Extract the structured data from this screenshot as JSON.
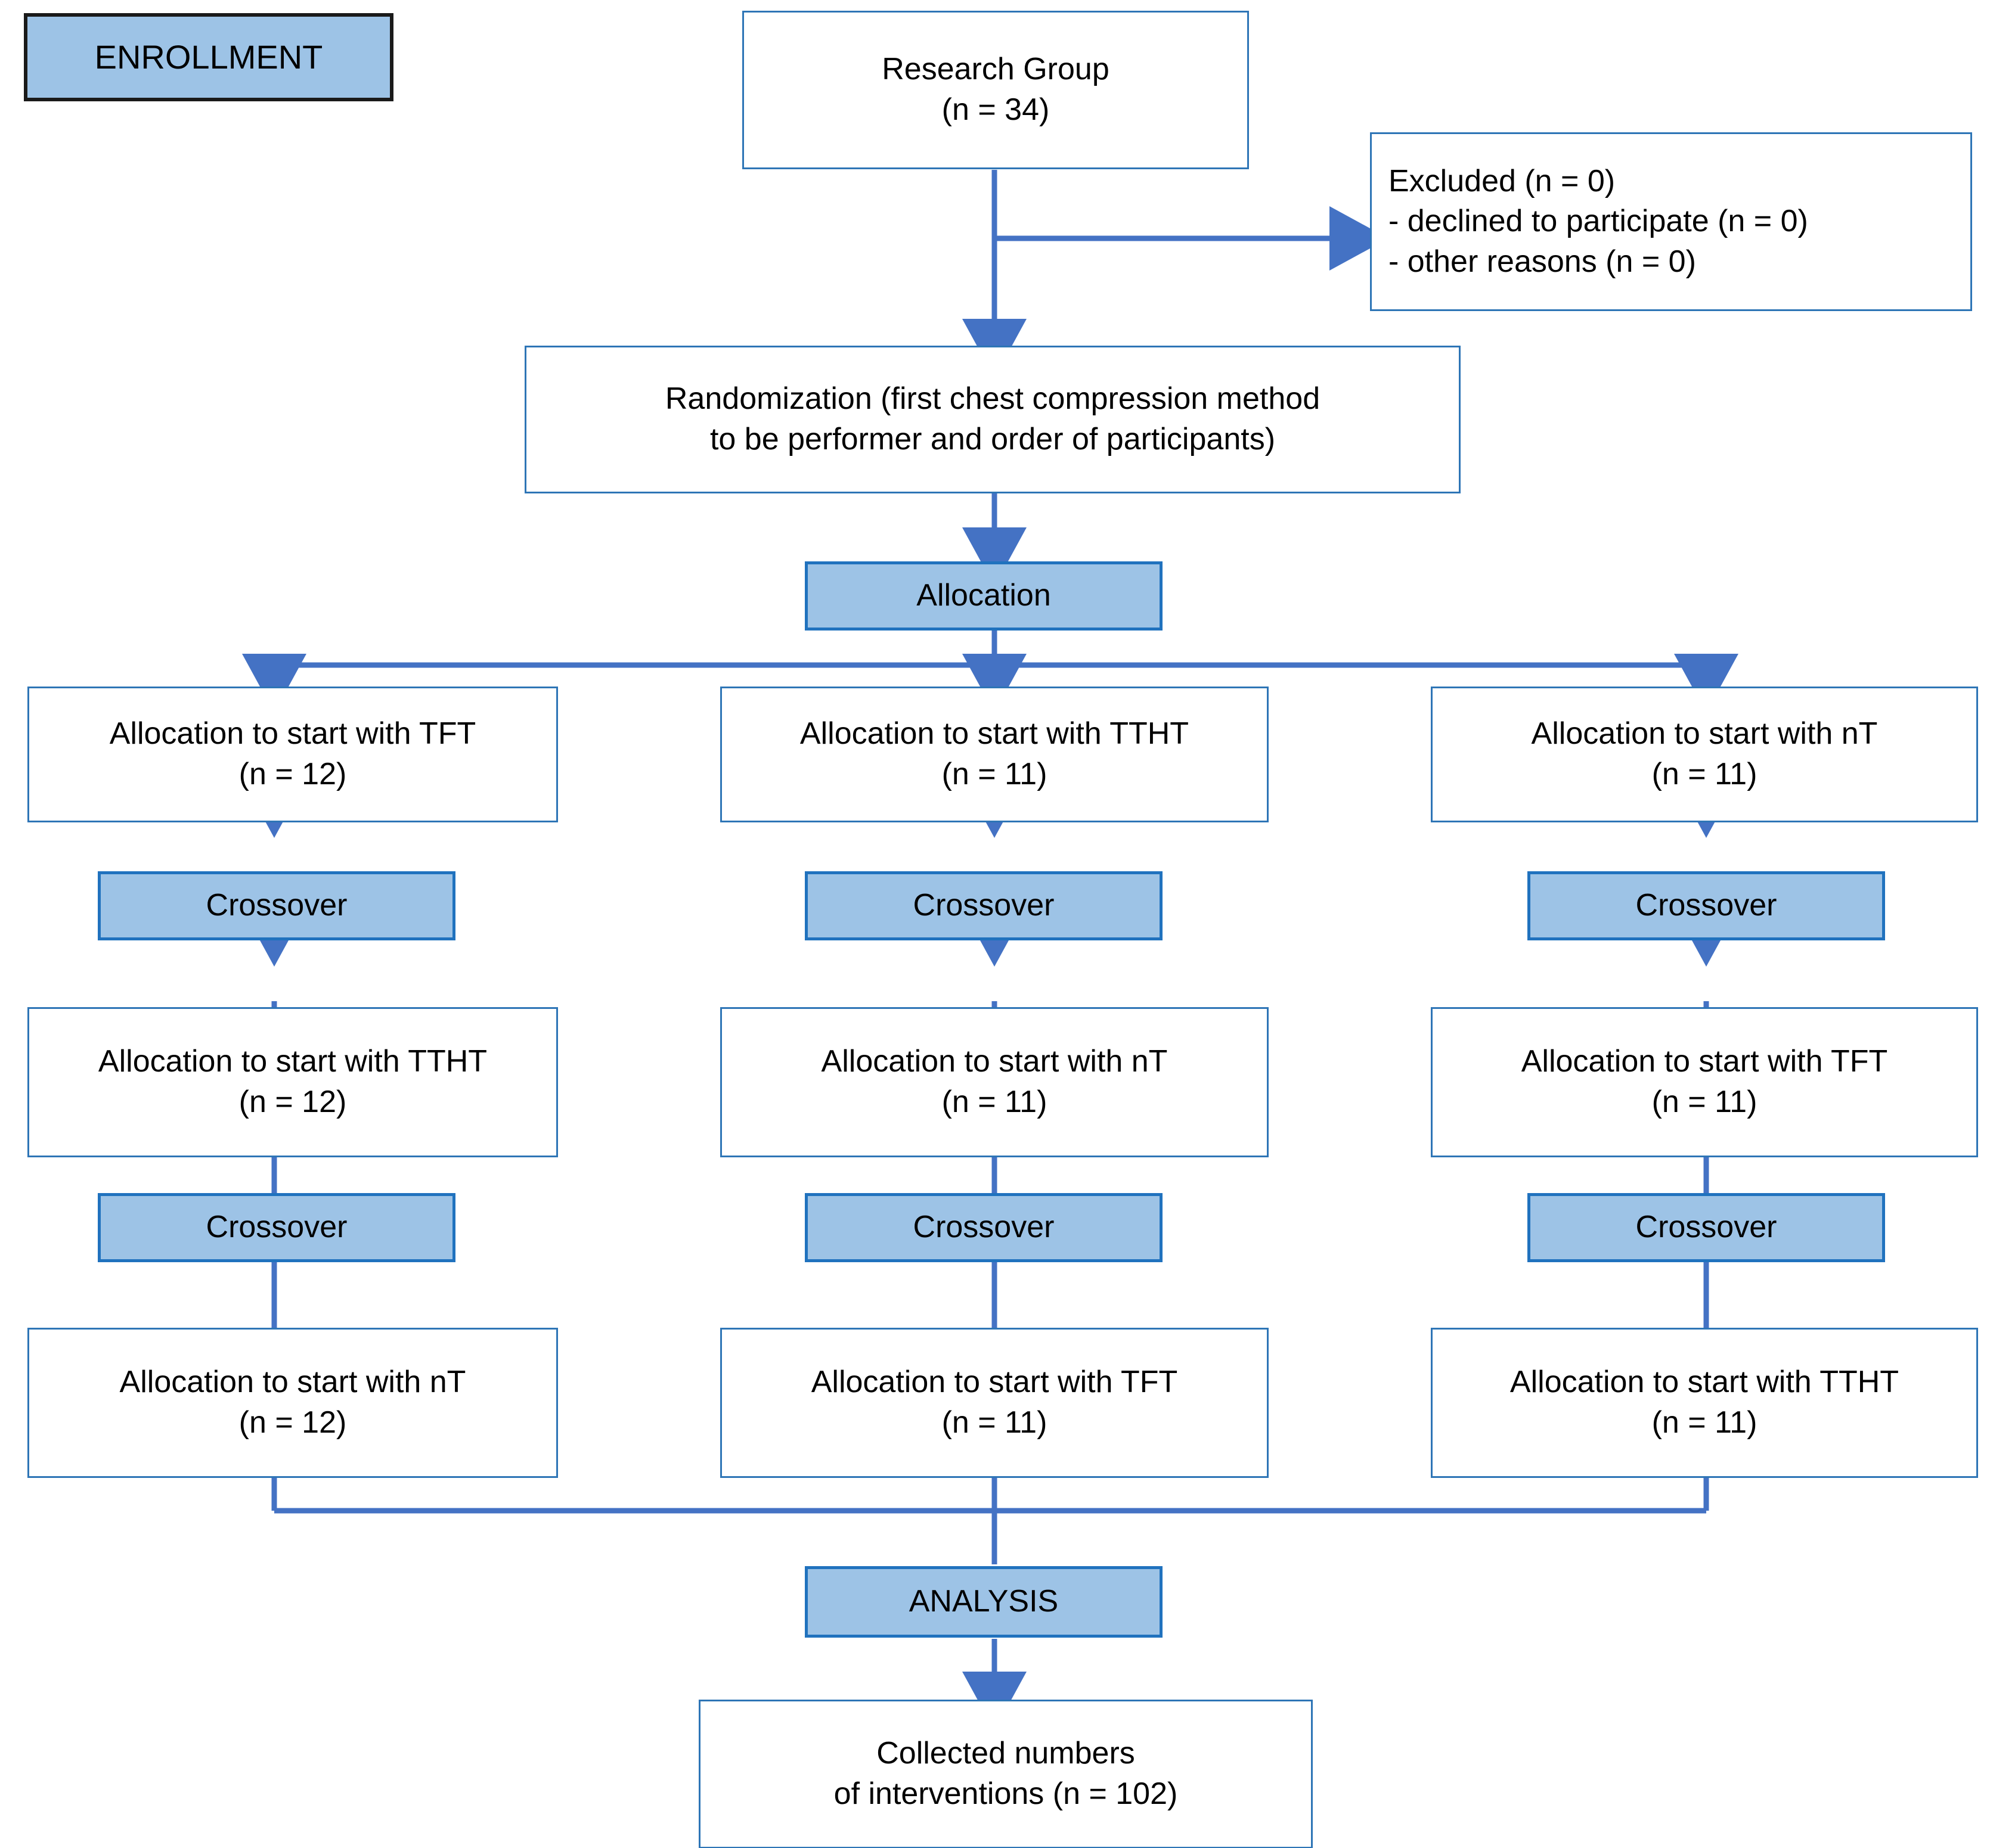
{
  "diagram": {
    "type": "consort-flow-diagram",
    "accent_color": "#2E75B6",
    "fill_color": "#9DC3E6",
    "line_color": "#4472C4",
    "stage_labels": {
      "enrollment": "ENROLLMENT",
      "allocation": "Allocation",
      "analysis": "ANALYSIS",
      "crossover": "Crossover"
    },
    "nodes": {
      "research_group": "Research Group\n(n = 34)",
      "excluded": "Excluded (n = 0)\n- declined to participate (n = 0)\n- other reasons (n = 0)",
      "randomization": "Randomization (first chest compression method\nto be performer and order of participants)",
      "collected": "Collected numbers\nof interventions (n = 102)"
    },
    "columns": [
      {
        "name": "column-left",
        "steps": [
          "Allocation to start with TFT\n(n = 12)",
          "Allocation to start with TTHT\n(n = 12)",
          "Allocation to start with nT\n(n = 12)"
        ]
      },
      {
        "name": "column-middle",
        "steps": [
          "Allocation to start with TTHT\n(n = 11)",
          "Allocation to start with nT\n(n = 11)",
          "Allocation to start with TFT\n(n = 11)"
        ]
      },
      {
        "name": "column-right",
        "steps": [
          "Allocation to start with nT\n(n = 11)",
          "Allocation to start with TFT\n(n = 11)",
          "Allocation to start with TTHT\n(n = 11)"
        ]
      }
    ]
  }
}
